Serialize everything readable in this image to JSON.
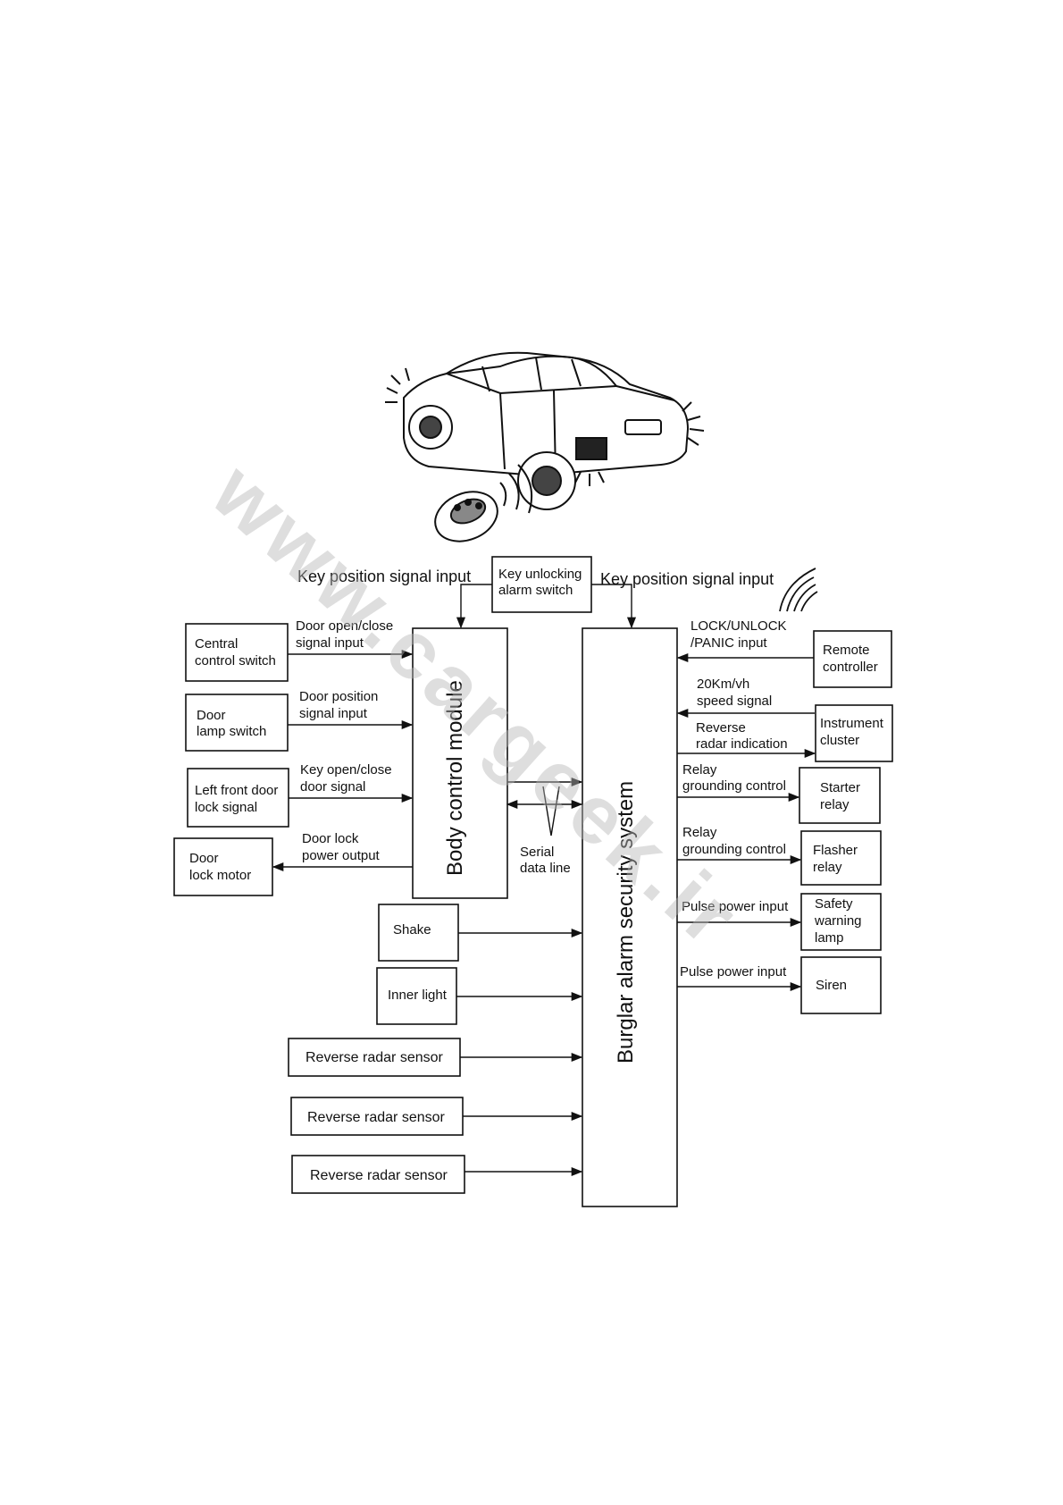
{
  "watermark": "www.cargeek.ir",
  "top_labels": {
    "key_position_left": "Key position signal input",
    "key_unlocking_switch": [
      "Key unlocking",
      "alarm switch"
    ],
    "key_position_right": "Key position signal input"
  },
  "modules": {
    "body_control": "Body control module",
    "burglar_alarm": "Burglar alarm security system"
  },
  "left_boxes": {
    "central_switch": [
      "Central",
      "control switch"
    ],
    "door_lamp": [
      "Door",
      "lamp switch"
    ],
    "left_front_lock": [
      "Left front door",
      "lock signal"
    ],
    "door_lock_motor": [
      "Door",
      "lock motor"
    ],
    "shake": "Shake",
    "inner_light": "Inner light",
    "radar1": "Reverse radar sensor",
    "radar2": "Reverse radar sensor",
    "radar3": "Reverse radar sensor"
  },
  "left_signals": {
    "door_open_close": [
      "Door open/close",
      "signal input"
    ],
    "door_position": [
      "Door position",
      "signal input"
    ],
    "key_open_close": [
      "Key open/close",
      "door signal"
    ],
    "door_lock_power": [
      "Door lock",
      "power output"
    ],
    "serial_line": [
      "Serial",
      "data line"
    ]
  },
  "right_boxes": {
    "remote": [
      "Remote",
      "controller"
    ],
    "instrument": [
      "Instrument",
      "cluster"
    ],
    "starter": [
      "Starter",
      "relay"
    ],
    "flasher": [
      "Flasher",
      "relay"
    ],
    "safety_lamp": [
      "Safety",
      "warning",
      "lamp"
    ],
    "siren": "Siren"
  },
  "right_signals": {
    "lock_unlock": [
      "LOCK/UNLOCK",
      "/PANIC input"
    ],
    "speed_signal": [
      "20Km/vh",
      "speed signal"
    ],
    "reverse_radar": [
      "Reverse",
      "radar indication"
    ],
    "relay_ground_1": [
      "Relay",
      "grounding control"
    ],
    "relay_ground_2": [
      "Relay",
      "grounding control"
    ],
    "pulse_power_1": "Pulse power input",
    "pulse_power_2": "Pulse power input"
  }
}
